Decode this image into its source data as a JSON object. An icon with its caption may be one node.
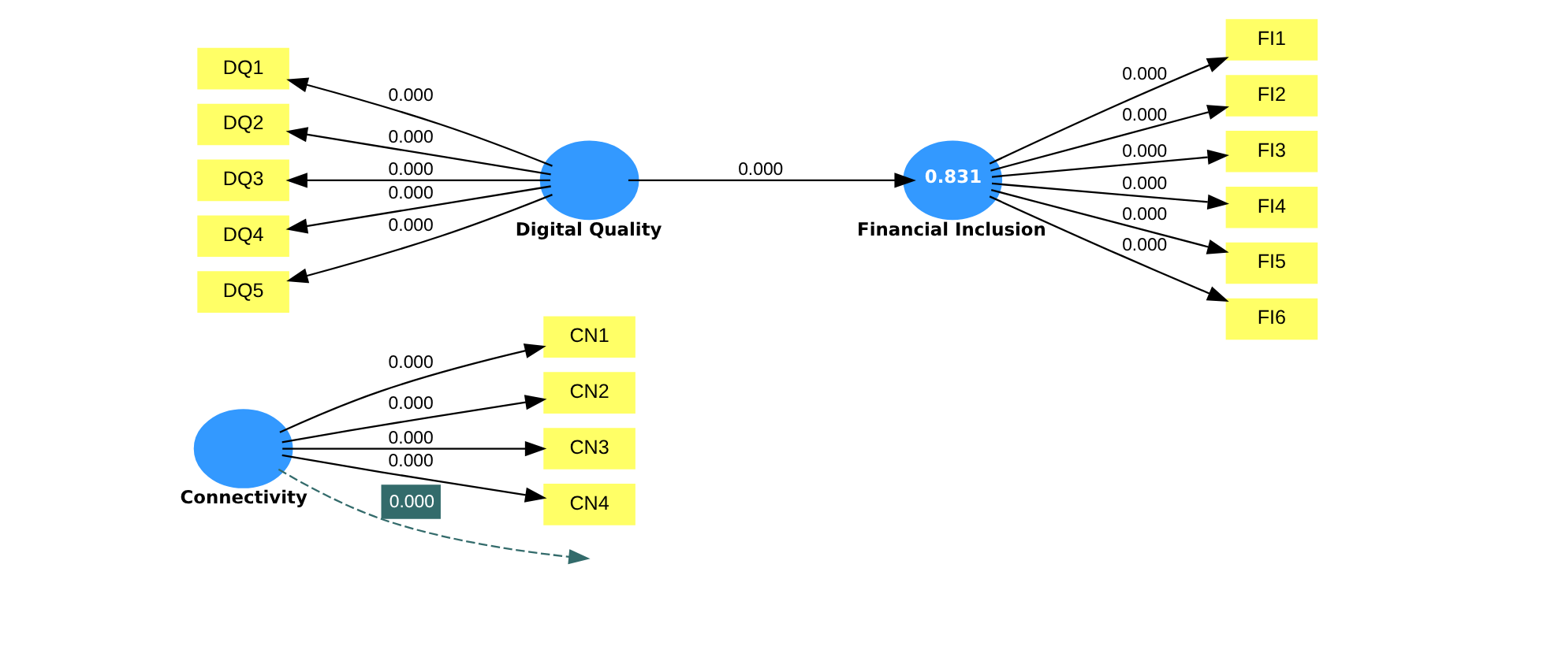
{
  "diagram": {
    "nodes": [
      {
        "text": [
          "CN1"
        ]
      },
      {
        "text": [
          "CN2"
        ]
      },
      {
        "text": [
          "CN3"
        ]
      },
      {
        "text": [
          "CN4"
        ]
      },
      {
        "text": [],
        "shape": "circle",
        "beside": [
          "Connectivity"
        ]
      },
      {
        "text": [
          "DQ1"
        ]
      },
      {
        "text": [
          "DQ2"
        ]
      },
      {
        "text": [
          "DQ3"
        ]
      },
      {
        "text": [
          "DQ4"
        ]
      },
      {
        "text": [
          "DQ5"
        ]
      },
      {
        "text": [],
        "shape": "circle",
        "beside": [
          "Digital Quality"
        ]
      },
      {
        "text": [
          "0.831"
        ],
        "beside": [
          "Financial Inclusion"
        ]
      },
      {
        "text": [
          "FI1"
        ]
      },
      {
        "text": [
          "FI2"
        ]
      },
      {
        "text": [
          "FI3"
        ]
      },
      {
        "text": [
          "FI4"
        ]
      },
      {
        "text": [
          "FI5"
        ]
      },
      {
        "text": [
          "FI6"
        ]
      }
    ],
    "edges": [
      {
        "from": 4,
        "to": 0,
        "arrow": "to",
        "label": "0.000"
      },
      {
        "from": 4,
        "to": 1,
        "arrow": "to",
        "label": "0.000"
      },
      {
        "from": 4,
        "to": 2,
        "arrow": "to",
        "label": "0.000"
      },
      {
        "from": 4,
        "to": 3,
        "arrow": "to",
        "label": "0.000"
      },
      {
        "from": 10,
        "to": 5,
        "arrow": "to",
        "label": "0.000"
      },
      {
        "from": 10,
        "to": 6,
        "arrow": "to",
        "label": "0.000"
      },
      {
        "from": 10,
        "to": 7,
        "arrow": "to",
        "label": "0.000"
      },
      {
        "from": 10,
        "to": 8,
        "arrow": "to",
        "label": "0.000"
      },
      {
        "from": 10,
        "to": 9,
        "arrow": "to",
        "label": "0.000"
      },
      {
        "from": 10,
        "to": 11,
        "arrow": "to",
        "label": "0.000"
      },
      {
        "from": 11,
        "to": 12,
        "arrow": "to",
        "label": "0.000"
      },
      {
        "from": 11,
        "to": 13,
        "arrow": "to",
        "label": "0.000"
      },
      {
        "from": 11,
        "to": 14,
        "arrow": "to",
        "label": "0.000"
      },
      {
        "from": 11,
        "to": 15,
        "arrow": "to",
        "label": "0.000"
      },
      {
        "from": 11,
        "to": 16,
        "arrow": "to",
        "label": "0.000"
      },
      {
        "from": 11,
        "to": 17,
        "arrow": "to",
        "label": "0.000"
      },
      {
        "from": 4,
        "to": null,
        "arrow": "to",
        "label": "0.000",
        "style": "dashed",
        "color": "#336b6b"
      }
    ]
  }
}
